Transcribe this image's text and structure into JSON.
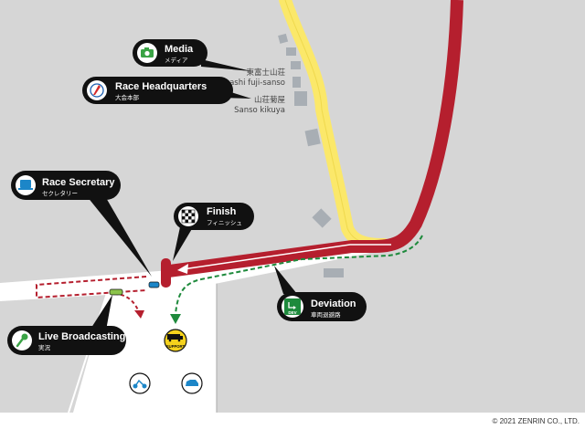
{
  "colors": {
    "background_land": "#d6d6d6",
    "road": "#ffffff",
    "main_road": "#fbe86a",
    "course": "#b51f2e",
    "deviation": "#1e8a3c",
    "callout": "#111111",
    "building": "#a8aeb4"
  },
  "callouts": {
    "media": {
      "title": "Media",
      "subtitle": "メディア",
      "icon": "camera-icon"
    },
    "race_hq": {
      "title": "Race Headquarters",
      "subtitle": "大会本部",
      "icon": "race-hq-logo-icon"
    },
    "race_secretary": {
      "title": "Race Secretary",
      "subtitle": "セクレタリー",
      "icon": "laptop-icon"
    },
    "finish": {
      "title": "Finish",
      "subtitle": "フィニッシュ",
      "icon": "checkered-flag-icon"
    },
    "deviation": {
      "title": "Deviation",
      "subtitle": "車両退避路",
      "icon": "dev-arrow-icon",
      "badge": "DEV"
    },
    "live_broadcasting": {
      "title": "Live Broadcasting",
      "subtitle": "実況",
      "icon": "microphone-icon"
    }
  },
  "places": {
    "higashi": {
      "jp": "東富士山荘",
      "en": "Higashi fuji-sanso"
    },
    "sanso": {
      "jp": "山荘菊屋",
      "en": "Sanso kikuya"
    }
  },
  "parking_icons": {
    "support": {
      "label": "SUPPORT",
      "icon": "support-vehicle-icon"
    },
    "motorbike": {
      "icon": "motorbike-icon"
    },
    "car": {
      "icon": "car-icon"
    }
  },
  "copyright": "© 2021 ZENRIN CO., LTD."
}
